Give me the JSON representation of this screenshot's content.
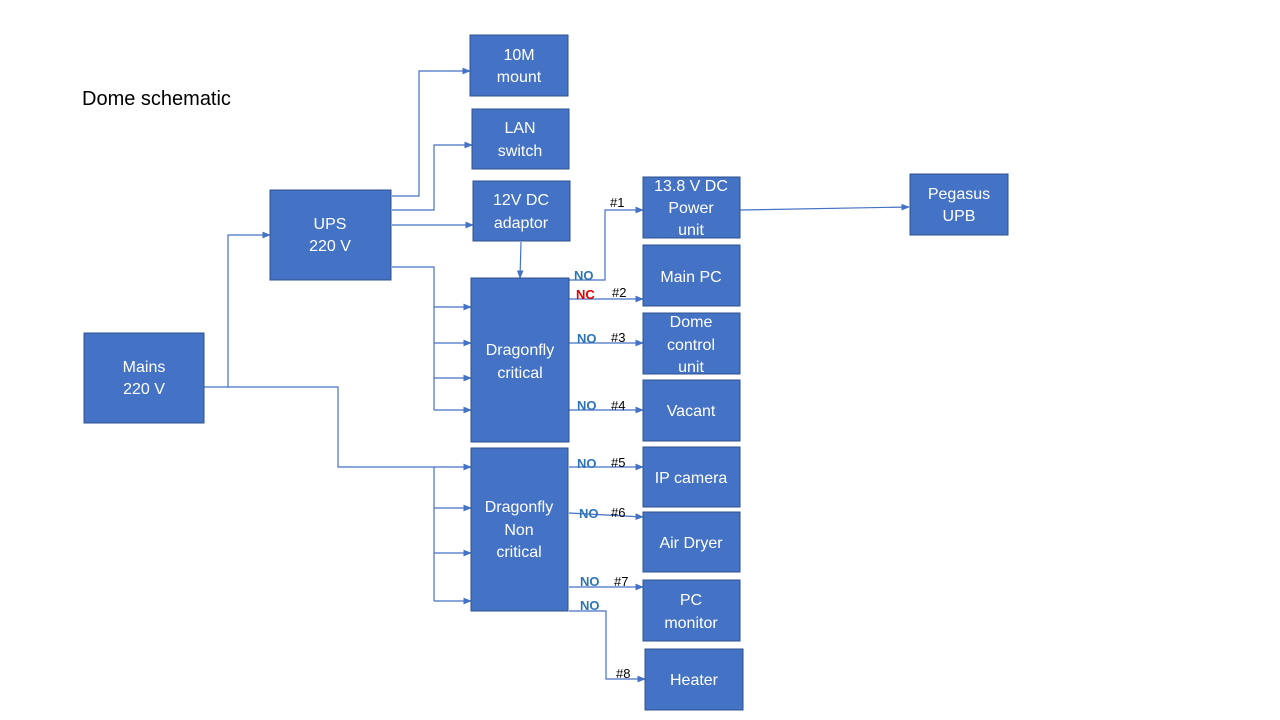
{
  "title": "Dome schematic",
  "colors": {
    "box_fill": "#4472c4",
    "box_stroke": "#2f528f",
    "wire": "#4472c4",
    "no_label": "#2e75b6",
    "nc_label": "#e00000",
    "text_on_box": "#ffffff"
  },
  "nodes": {
    "mains": {
      "label": [
        "Mains",
        "220 V"
      ]
    },
    "ups": {
      "label": [
        "UPS",
        "220 V"
      ]
    },
    "mount": {
      "label": [
        "10M",
        "mount"
      ]
    },
    "lan": {
      "label": [
        "LAN",
        "switch"
      ]
    },
    "adaptor": {
      "label": [
        "12V DC",
        "adaptor"
      ]
    },
    "psu": {
      "label": [
        "13.8 V DC",
        "Power",
        "unit"
      ]
    },
    "pegasus": {
      "label": [
        "Pegasus",
        "UPB"
      ]
    },
    "dfc": {
      "label": [
        "Dragonfly",
        "critical"
      ]
    },
    "dfn": {
      "label": [
        "Dragonfly",
        "Non",
        "critical"
      ]
    },
    "mainpc": {
      "label": [
        "Main PC"
      ]
    },
    "domectl": {
      "label": [
        "Dome",
        "control",
        "unit"
      ]
    },
    "vacant": {
      "label": [
        "Vacant"
      ]
    },
    "ipcam": {
      "label": [
        "IP camera"
      ]
    },
    "airdryer": {
      "label": [
        "Air Dryer"
      ]
    },
    "pcmon": {
      "label": [
        "PC",
        "monitor"
      ]
    },
    "heater": {
      "label": [
        "Heater"
      ]
    }
  },
  "relays": [
    {
      "id": "r1",
      "num": "#1",
      "contact": "NO",
      "target": "psu"
    },
    {
      "id": "r2",
      "num": "#2",
      "contact": "NC",
      "target": "mainpc"
    },
    {
      "id": "r3",
      "num": "#3",
      "contact": "NO",
      "target": "domectl"
    },
    {
      "id": "r4",
      "num": "#4",
      "contact": "NO",
      "target": "vacant"
    },
    {
      "id": "r5",
      "num": "#5",
      "contact": "NO",
      "target": "ipcam"
    },
    {
      "id": "r6",
      "num": "#6",
      "contact": "NO",
      "target": "airdryer"
    },
    {
      "id": "r7",
      "num": "#7",
      "contact": "NO",
      "target": "pcmon"
    },
    {
      "id": "r8",
      "num": "#8",
      "contact": "NO",
      "target": "heater"
    }
  ]
}
